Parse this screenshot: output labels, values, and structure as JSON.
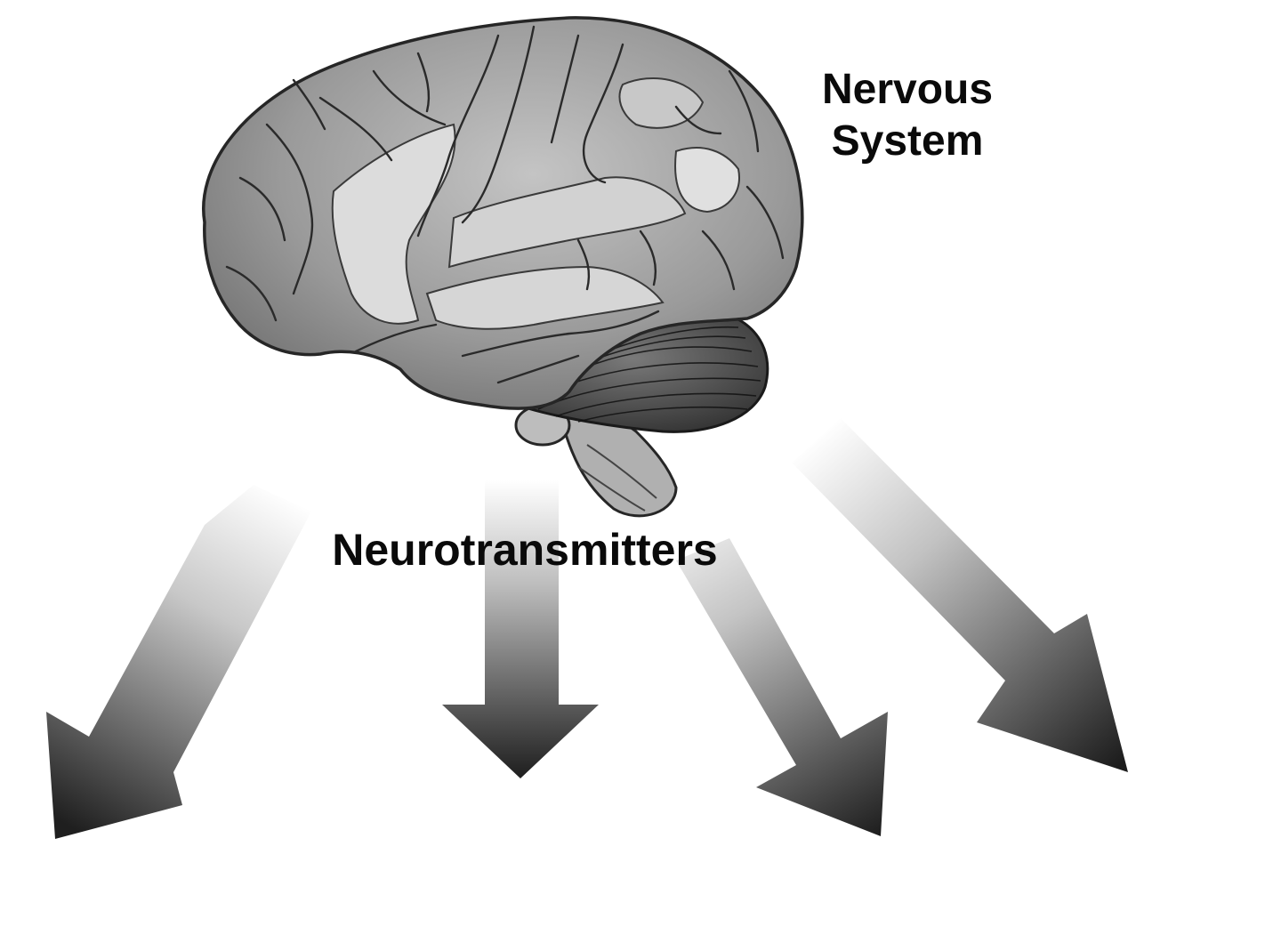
{
  "labels": {
    "system_line1": "Nervous",
    "system_line2": "System",
    "signal": "Neurotransmitters"
  },
  "illustration": {
    "subject": "brain-icon",
    "arrow_count": 4
  },
  "colors": {
    "background": "#ffffff",
    "text": "#0a0a0a",
    "arrow_dark": "#1c1c1c",
    "arrow_light": "#ffffff",
    "brain_fill": "#9a9a9a",
    "brain_outline": "#262626"
  }
}
